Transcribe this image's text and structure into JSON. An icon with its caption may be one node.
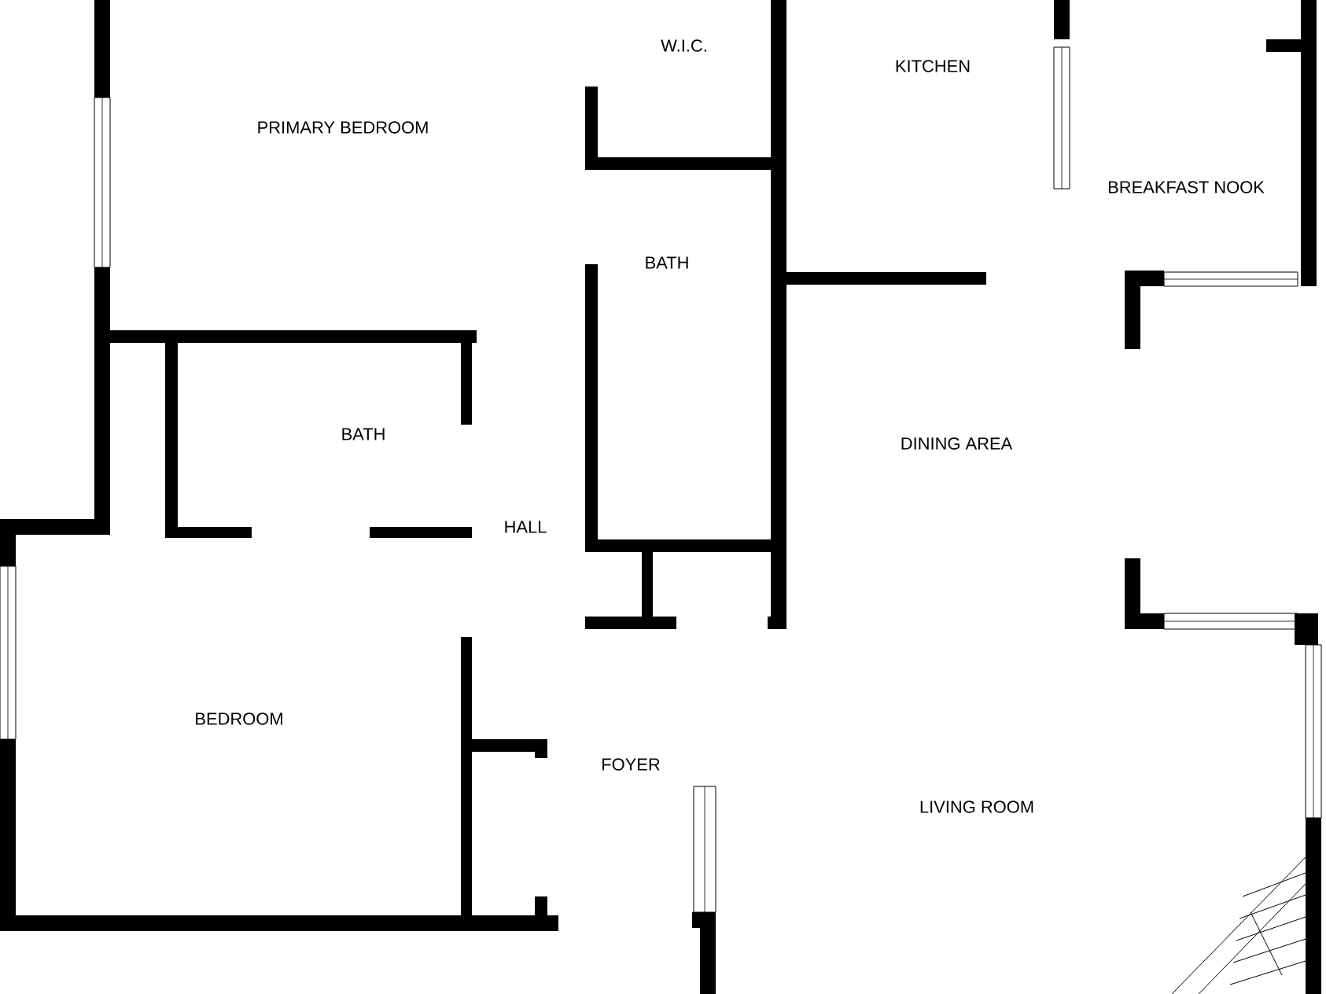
{
  "diagram": {
    "labels": [
      "W.I.C.",
      "KITCHEN",
      "PRIMARY BEDROOM",
      "BREAKFAST NOOK",
      "BATH",
      "BATH",
      "DINING AREA",
      "HALL",
      "BEDROOM",
      "FOYER",
      "LIVING ROOM"
    ]
  }
}
